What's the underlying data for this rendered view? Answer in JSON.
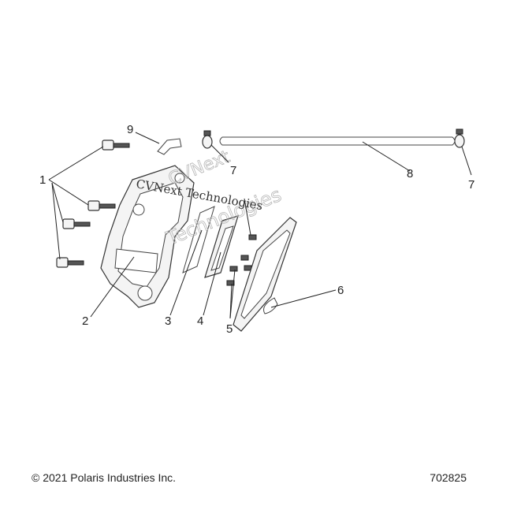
{
  "callouts": [
    "1",
    "2",
    "3",
    "4",
    "5",
    "6",
    "7",
    "7",
    "8",
    "9"
  ],
  "watermark": {
    "line_top": "CVNext",
    "line_mid": "CVNext Technologies",
    "line_bottom": "Technologies"
  },
  "footer": {
    "copyright": "© 2021 Polaris Industries Inc.",
    "figure_number": "702825"
  }
}
